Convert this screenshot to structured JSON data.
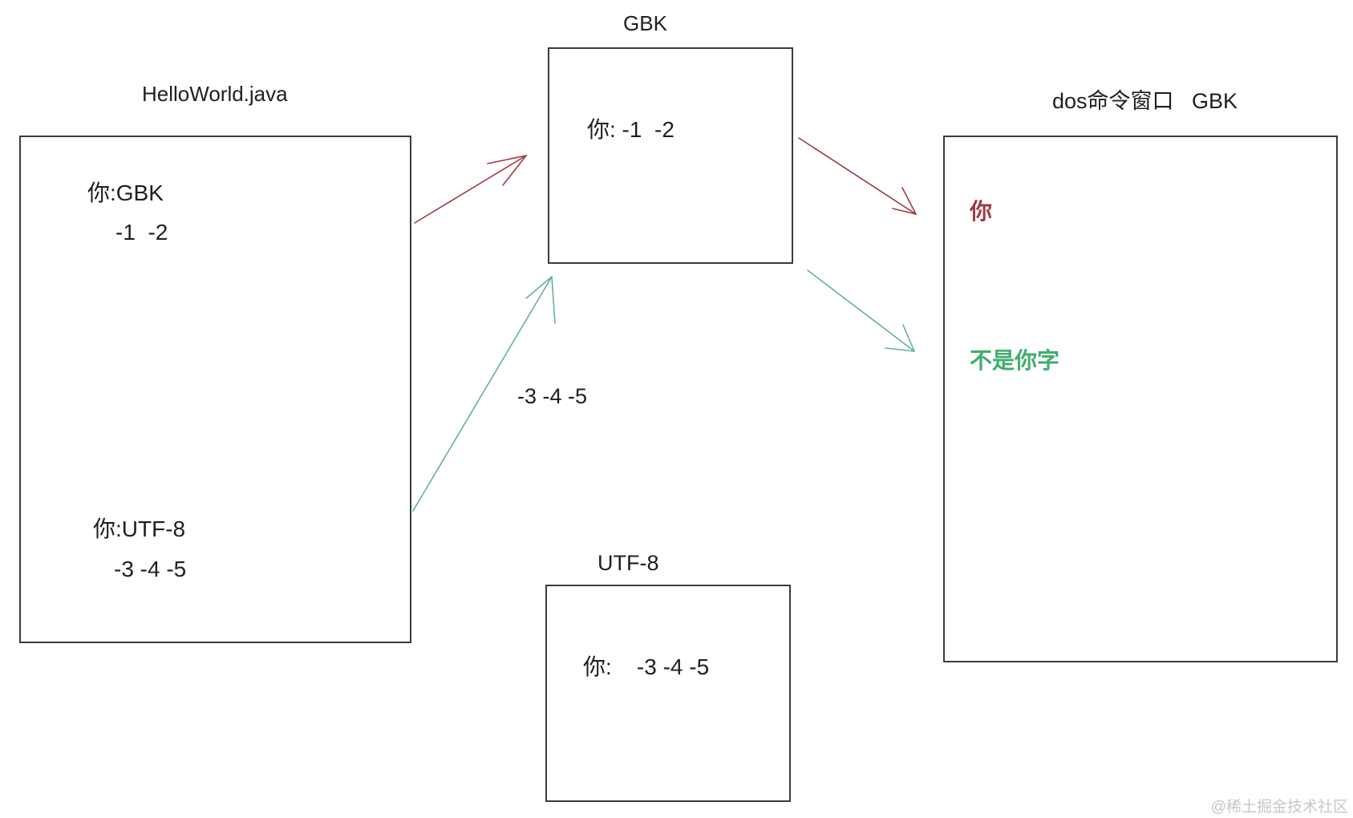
{
  "canvas": {
    "background": "#ffffff"
  },
  "colors": {
    "box_border": "#3b3b3b",
    "text": "#1f1f1f",
    "red_text": "#9e3b41",
    "green_text": "#3fae6d",
    "arrow_red": "#a23b40",
    "arrow_green": "#66b390",
    "watermark": "#c7c7c7"
  },
  "nodes": {
    "source": {
      "title": "HelloWorld.java",
      "gbk_label": "你:GBK",
      "gbk_bytes": "-1  -2",
      "utf8_label": "你:UTF-8",
      "utf8_bytes": "-3 -4 -5"
    },
    "gbk": {
      "title": "GBK",
      "content": "你: -1  -2"
    },
    "utf8": {
      "title": "UTF-8",
      "content": "你:    -3 -4 -5"
    },
    "dos": {
      "title": "dos命令窗口   GBK",
      "red_output": "你",
      "green_output": "不是你字"
    }
  },
  "arrow_label": {
    "text": "-3 -4 -5"
  },
  "watermark": {
    "text": "@稀土掘金技术社区"
  }
}
